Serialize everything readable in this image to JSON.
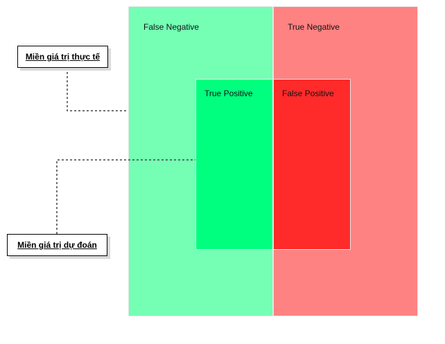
{
  "regions": {
    "false_negative": "False Negative",
    "true_negative": "True Negative",
    "true_positive": "True Positive",
    "false_positive": "False Positive"
  },
  "legends": {
    "actual": "Miền giá trị thực tế",
    "predicted": "Miền giá trị dự đoán"
  },
  "colors": {
    "false_negative": "#74ffb4",
    "true_negative": "#ff8282",
    "true_positive": "#00ff7f",
    "false_positive": "#ff2b2b"
  }
}
